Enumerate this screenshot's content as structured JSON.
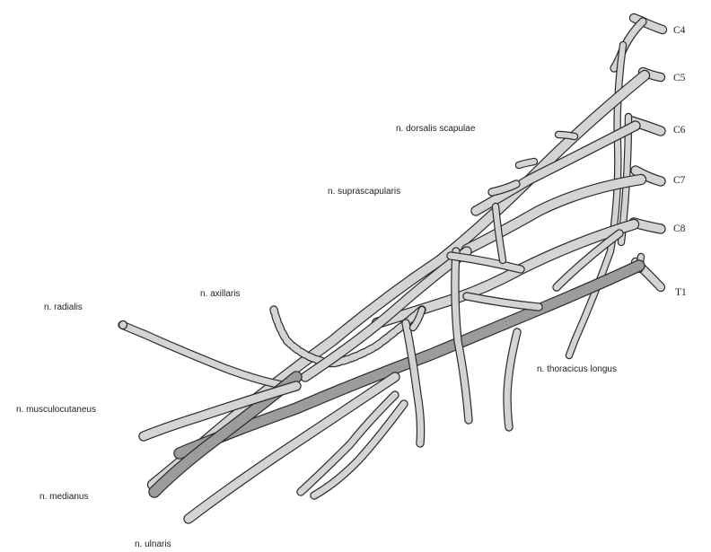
{
  "colors": {
    "background": "#ffffff",
    "outline": "#2a2a2a",
    "nerve_fill": "#d4d4d4",
    "nerve_fill_dark": "#9c9c9c",
    "text": "#222222"
  },
  "roots": [
    "C4",
    "C5",
    "C6",
    "C7",
    "C8",
    "T1"
  ],
  "labels": {
    "dorsalis_scapulae": "n. dorsalis scapulae",
    "suprascapularis": "n. suprascapularis",
    "axillaris": "n. axillaris",
    "radialis": "n. radialis",
    "thoracicus_longus": "n. thoracicus longus",
    "musculocutaneus": "n. musculocutaneus",
    "medianus": "n. medianus",
    "ulnaris": "n. ulnaris"
  }
}
